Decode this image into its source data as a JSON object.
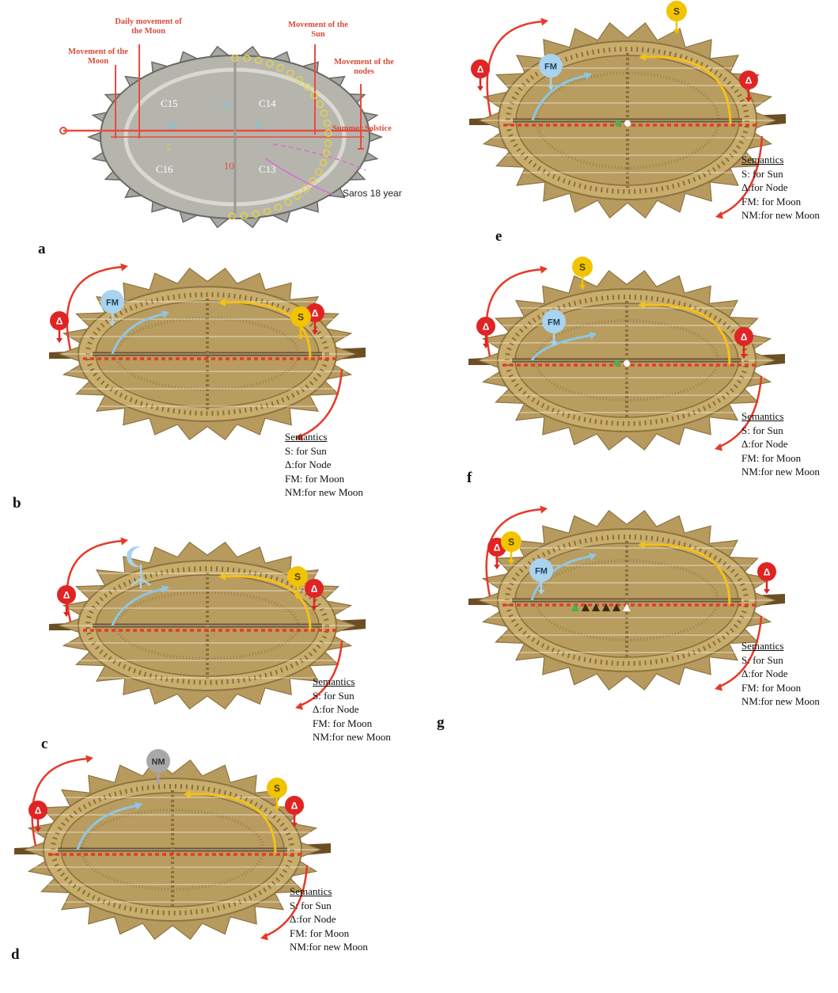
{
  "panels": {
    "a": {
      "letter": "a",
      "labels": {
        "moon_daily": "Daily movement of the Moon",
        "moon_movement": "Movement of the Moon",
        "sun_movement": "Movement of the Sun",
        "nodes_movement": "Movement of the nodes",
        "solstice": "Summer Solstice",
        "saros": "Saros 18 year"
      },
      "numbers": [
        "C15",
        "11",
        "C14",
        "10",
        "8",
        "C16",
        "C13",
        "5",
        "10"
      ]
    },
    "b": {
      "letter": "b"
    },
    "c": {
      "letter": "c"
    },
    "d": {
      "letter": "d"
    },
    "e": {
      "letter": "e"
    },
    "f": {
      "letter": "f"
    },
    "g": {
      "letter": "g"
    }
  },
  "legend": {
    "title": "Semantics",
    "s": "S: for Sun",
    "node": "Δ:for Node",
    "fm": "FM: for Moon",
    "nm": "NM:for new Moon"
  },
  "markers": {
    "sun": "S",
    "node": "Δ",
    "full_moon": "FM",
    "new_moon": "NM"
  },
  "colors": {
    "disc": "#b79a5e",
    "disc_dark": "#8d7441",
    "node_red": "#e02424",
    "sun_yellow": "#f2c400",
    "moon_blue": "#a9d3ee",
    "new_moon_gray": "#a8a8a8",
    "orbit_yellow": "#f3c11a",
    "arrow_red": "#e53a2a"
  }
}
